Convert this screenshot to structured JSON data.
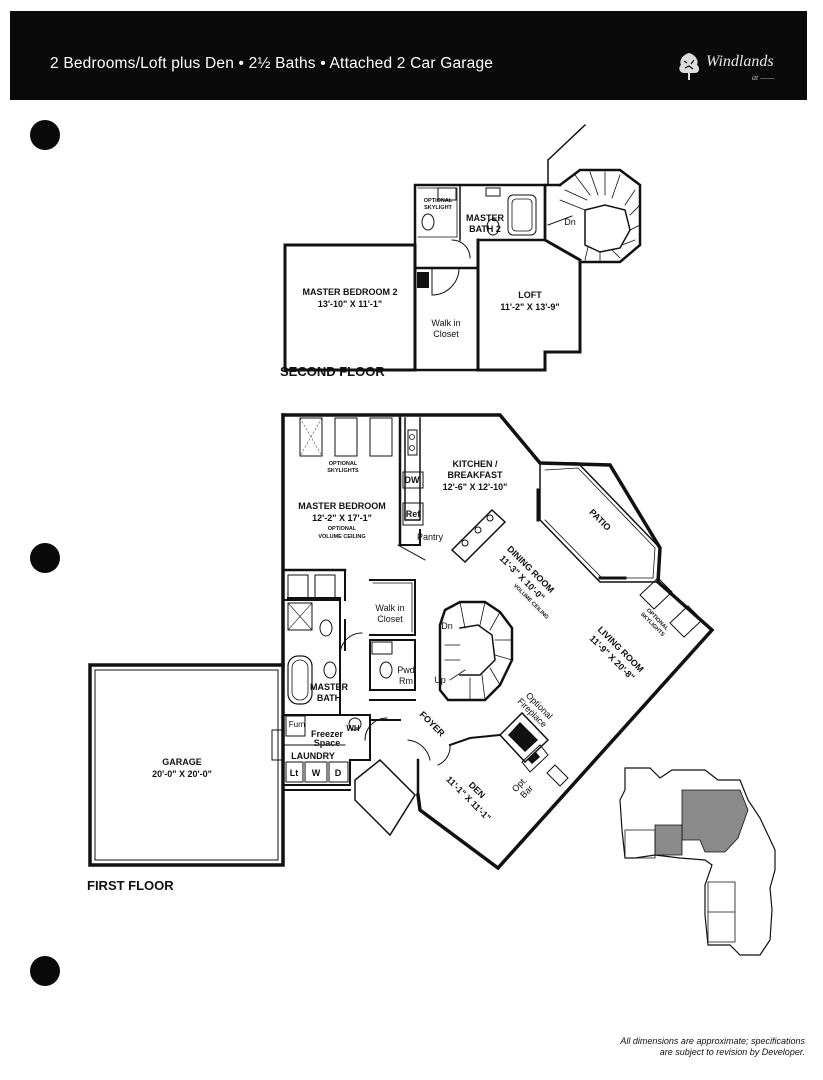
{
  "header": {
    "title": "2 Bedrooms/Loft plus Den • 2½ Baths • Attached 2 Car Garage",
    "logo_text": "Windlands",
    "logo_sub": "at ——",
    "bg_color": "#0a0a0a"
  },
  "second_floor": {
    "label": "SECOND FLOOR",
    "rooms": {
      "master_bedroom_2": {
        "name": "MASTER BEDROOM 2",
        "dims": "13'-10\" X 11'-1\""
      },
      "loft": {
        "name": "LOFT",
        "dims": "11'-2\" X 13'-9\""
      },
      "walk_in_closet_line1": "Walk in",
      "walk_in_closet_line2": "Closet",
      "master_bath_2_line1": "MASTER",
      "master_bath_2_line2": "BATH 2",
      "optional_skylight_line1": "OPTIONAL",
      "optional_skylight_line2": "SKYLIGHT",
      "stair_dn": "Dn"
    }
  },
  "first_floor": {
    "label": "FIRST FLOOR",
    "rooms": {
      "master_bedroom": {
        "name": "MASTER BEDROOM",
        "dims": "12'-2\" X 17'-1\"",
        "note1": "OPTIONAL",
        "note2": "VOLUME CEILING"
      },
      "optional_skylights_line1": "OPTIONAL",
      "optional_skylights_line2": "SKYLIGHTS",
      "kitchen": {
        "name1": "KITCHEN /",
        "name2": "BREAKFAST",
        "dims": "12'-6\" X 12'-10\""
      },
      "dw": "DW",
      "ref": "Ref",
      "pantry": "Pantry",
      "patio": "PATIO",
      "dining_room": {
        "name": "DINING ROOM",
        "dims": "11'-3\" X 10'-0\"",
        "note": "VOLUME CEILING"
      },
      "living_room": {
        "name": "LIVING ROOM",
        "dims": "11'-9\" X 20'-8\""
      },
      "optional_skylights_lr_line1": "OPTIONAL",
      "optional_skylights_lr_line2": "SKYLIGHTS",
      "walk_in_closet_line1": "Walk in",
      "walk_in_closet_line2": "Closet",
      "stair_dn": "Dn",
      "stair_up": "Up",
      "pwd_rm_line1": "Pwd",
      "pwd_rm_line2": "Rm",
      "master_bath_line1": "MASTER",
      "master_bath_line2": "BATH",
      "furn": "Furn",
      "wh": "WH",
      "freezer_line1": "Freezer",
      "freezer_line2": "Space",
      "laundry": "LAUNDRY",
      "lt": "Lt",
      "w": "W",
      "d": "D",
      "foyer": "FOYER",
      "optional_fireplace_line1": "Optional",
      "optional_fireplace_line2": "Fireplace",
      "den": {
        "name": "DEN",
        "dims": "11'-1\" X 11'-1\""
      },
      "opt_bar_line1": "Opt.",
      "opt_bar_line2": "Bar",
      "garage": {
        "name": "GARAGE",
        "dims": "20'-0\" X 20'-0\""
      }
    }
  },
  "disclaimer": {
    "line1": "All dimensions are approximate; specifications",
    "line2": "are subject to revision by Developer."
  }
}
